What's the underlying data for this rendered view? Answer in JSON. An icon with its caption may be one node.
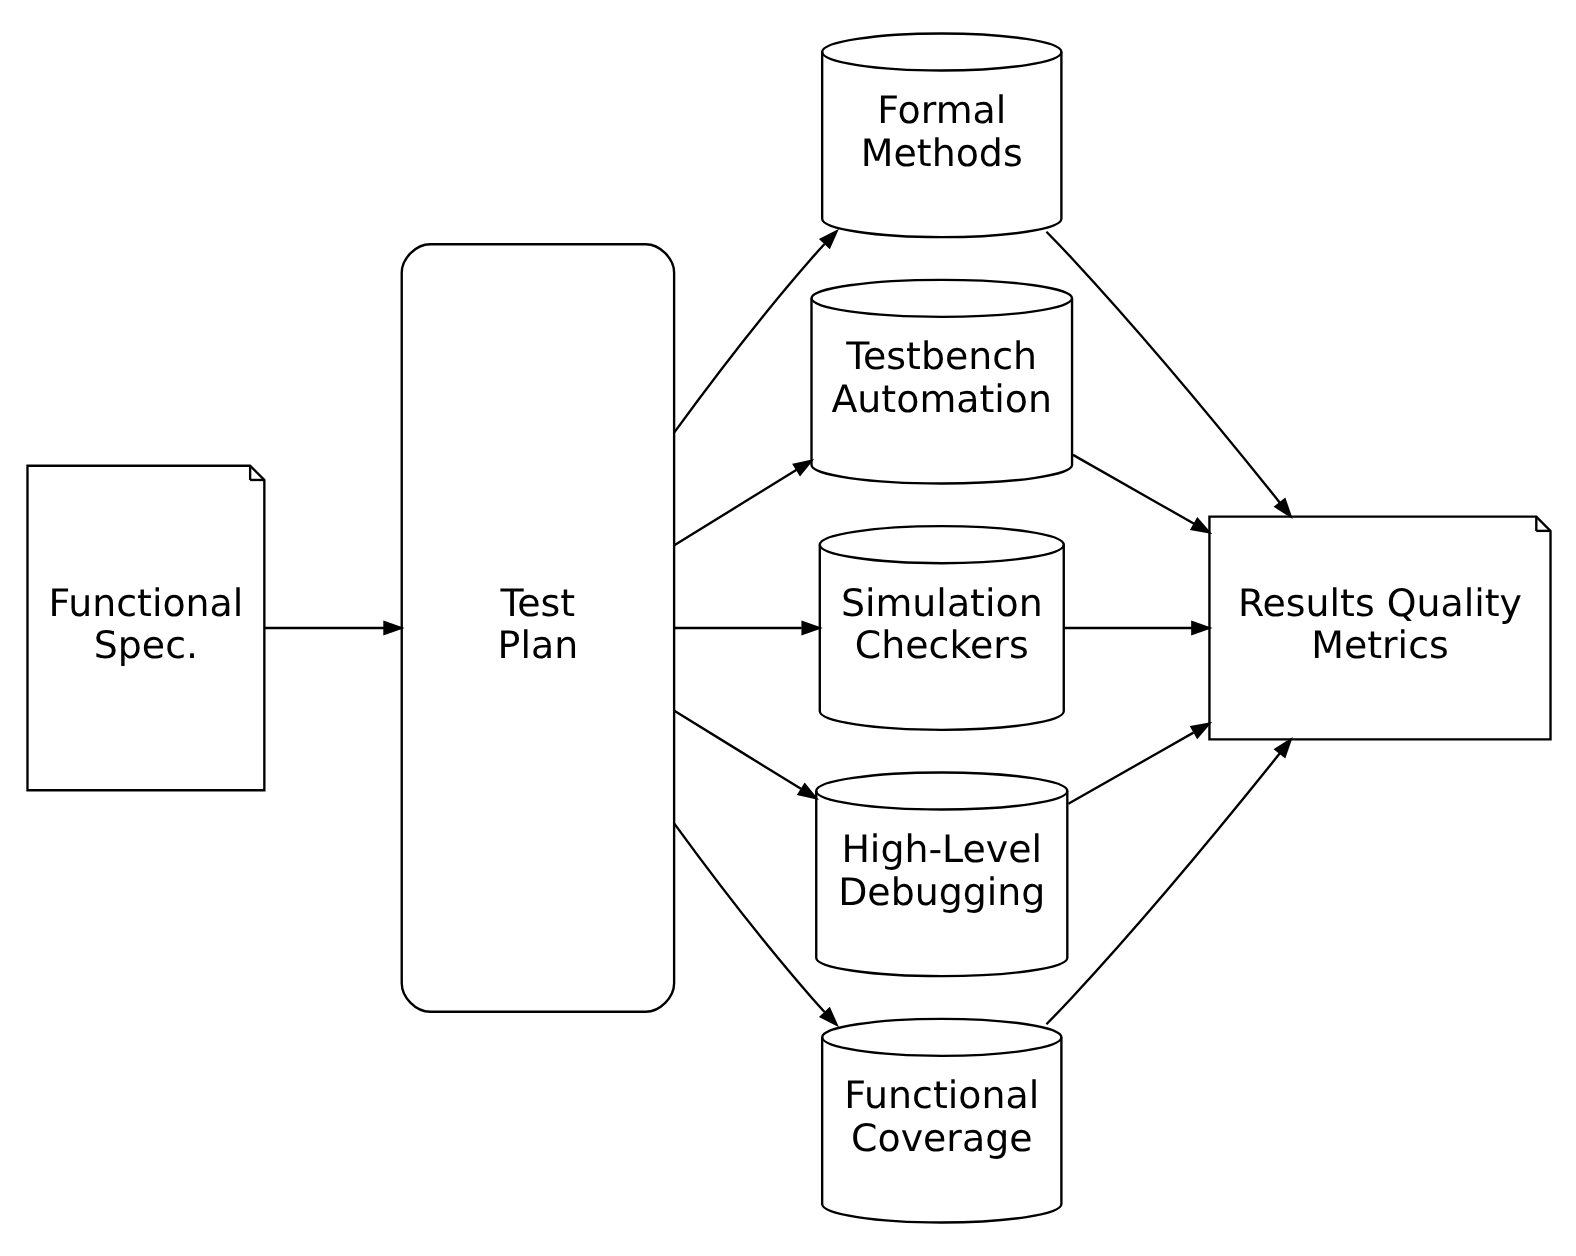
{
  "diagram": {
    "nodes": [
      {
        "text": [
          "Functional Spec."
        ]
      },
      {
        "text": [
          "Test Plan"
        ]
      },
      {
        "text": [
          "Formal Methods"
        ]
      },
      {
        "text": [
          "Testbench Automation"
        ]
      },
      {
        "text": [
          "Simulation Checkers"
        ]
      },
      {
        "text": [
          "High-Level Debugging"
        ]
      },
      {
        "text": [
          "Functional Coverage"
        ]
      },
      {
        "text": [
          "Results Quality Metrics"
        ]
      }
    ],
    "edges": [
      {
        "from": 0,
        "to": 1,
        "arrow": "to"
      },
      {
        "from": 1,
        "to": 2,
        "arrow": "to"
      },
      {
        "from": 1,
        "to": 3,
        "arrow": "to"
      },
      {
        "from": 1,
        "to": 4,
        "arrow": "to"
      },
      {
        "from": 1,
        "to": 5,
        "arrow": "to"
      },
      {
        "from": 1,
        "to": 6,
        "arrow": "to"
      },
      {
        "from": 2,
        "to": 7,
        "arrow": "to"
      },
      {
        "from": 3,
        "to": 7,
        "arrow": "to"
      },
      {
        "from": 4,
        "to": 7,
        "arrow": "to"
      },
      {
        "from": 5,
        "to": 7,
        "arrow": "to"
      },
      {
        "from": 6,
        "to": 7,
        "arrow": "to"
      }
    ]
  }
}
